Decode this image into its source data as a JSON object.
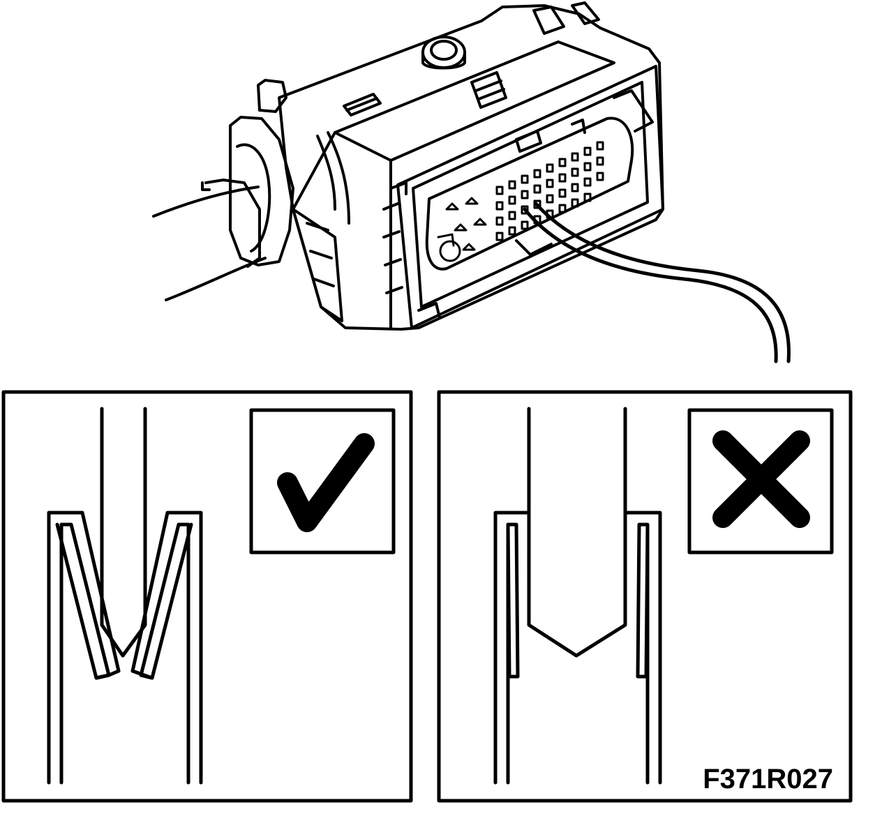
{
  "figure": {
    "code": "F371R027",
    "panels": [
      {
        "id": "correct",
        "icon": "check-mark-icon"
      },
      {
        "id": "incorrect",
        "icon": "cross-mark-icon"
      }
    ],
    "colors": {
      "ink": "#000000",
      "paper": "#ffffff"
    }
  }
}
